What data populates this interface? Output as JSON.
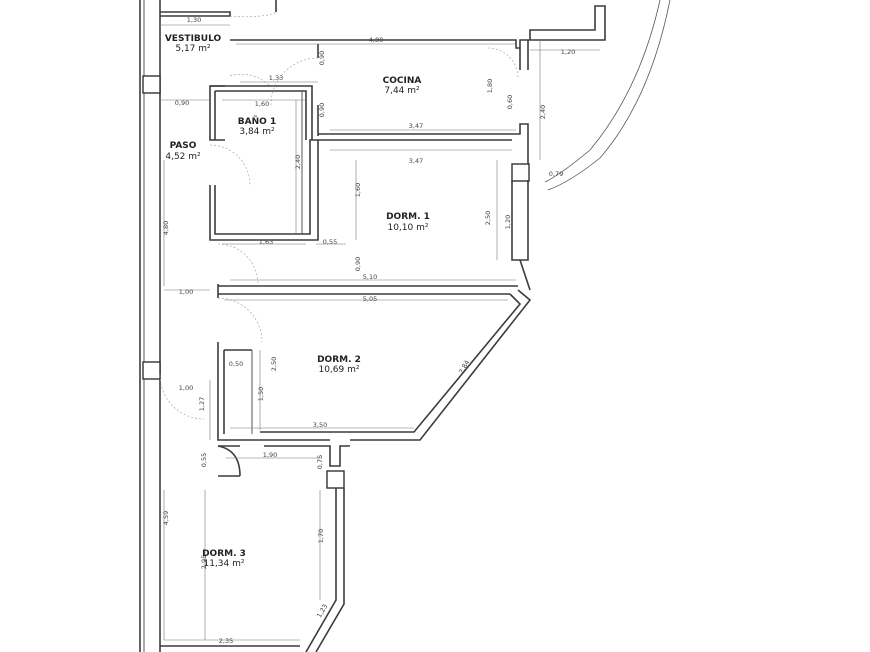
{
  "rooms": [
    {
      "id": "vestibulo",
      "name": "VESTIBULO",
      "area": "5,17 m²"
    },
    {
      "id": "cocina",
      "name": "COCINA",
      "area": "7,44 m²"
    },
    {
      "id": "bano1",
      "name": "BAÑO 1",
      "area": "3,84 m²"
    },
    {
      "id": "paso",
      "name": "PASO",
      "area": "4,52 m²"
    },
    {
      "id": "dorm1",
      "name": "DORM. 1",
      "area": "10,10 m²"
    },
    {
      "id": "dorm2",
      "name": "DORM. 2",
      "area": "10,69 m²"
    },
    {
      "id": "dorm3",
      "name": "DORM. 3",
      "area": "11,34 m²"
    }
  ],
  "dimensions": [
    "1,30",
    "4,80",
    "1,20",
    "0,90",
    "1,33",
    "1,80",
    "0,60",
    "2,40",
    "0,90",
    "1,60",
    "0,90",
    "3,47",
    "3,47",
    "2,40",
    "0,79",
    "1,60",
    "2,50",
    "1,20",
    "4,80",
    "1,63",
    "0,55",
    "0,90",
    "5,10",
    "1,00",
    "5,05",
    "0,50",
    "2,50",
    "1,50",
    "2,84",
    "1,00",
    "1,27",
    "3,50",
    "0,55",
    "1,90",
    "0,75",
    "4,59",
    "1,70",
    "2,95",
    "1,23",
    "2,35"
  ]
}
